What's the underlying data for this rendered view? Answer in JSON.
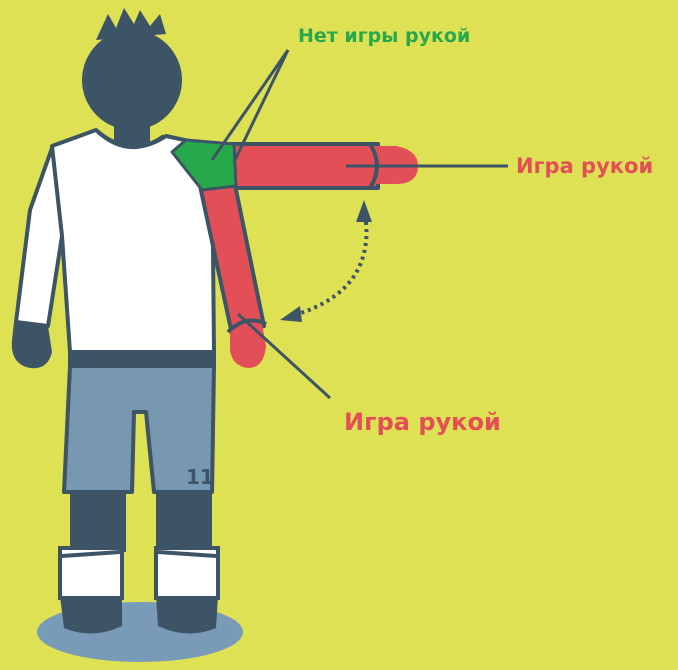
{
  "labels": {
    "no_handball": "Нет игры рукой",
    "handball_upper": "Игра рукой",
    "handball_lower": "Игра рукой"
  },
  "jersey_number": "11",
  "colors": {
    "background": "#dfe154",
    "handball_zone": "#e34f57",
    "no_handball_zone": "#27a84a",
    "outline": "#3c5465",
    "shorts": "#7798b0",
    "shadow": "#7a9bb8",
    "shirt": "#ffffff"
  }
}
